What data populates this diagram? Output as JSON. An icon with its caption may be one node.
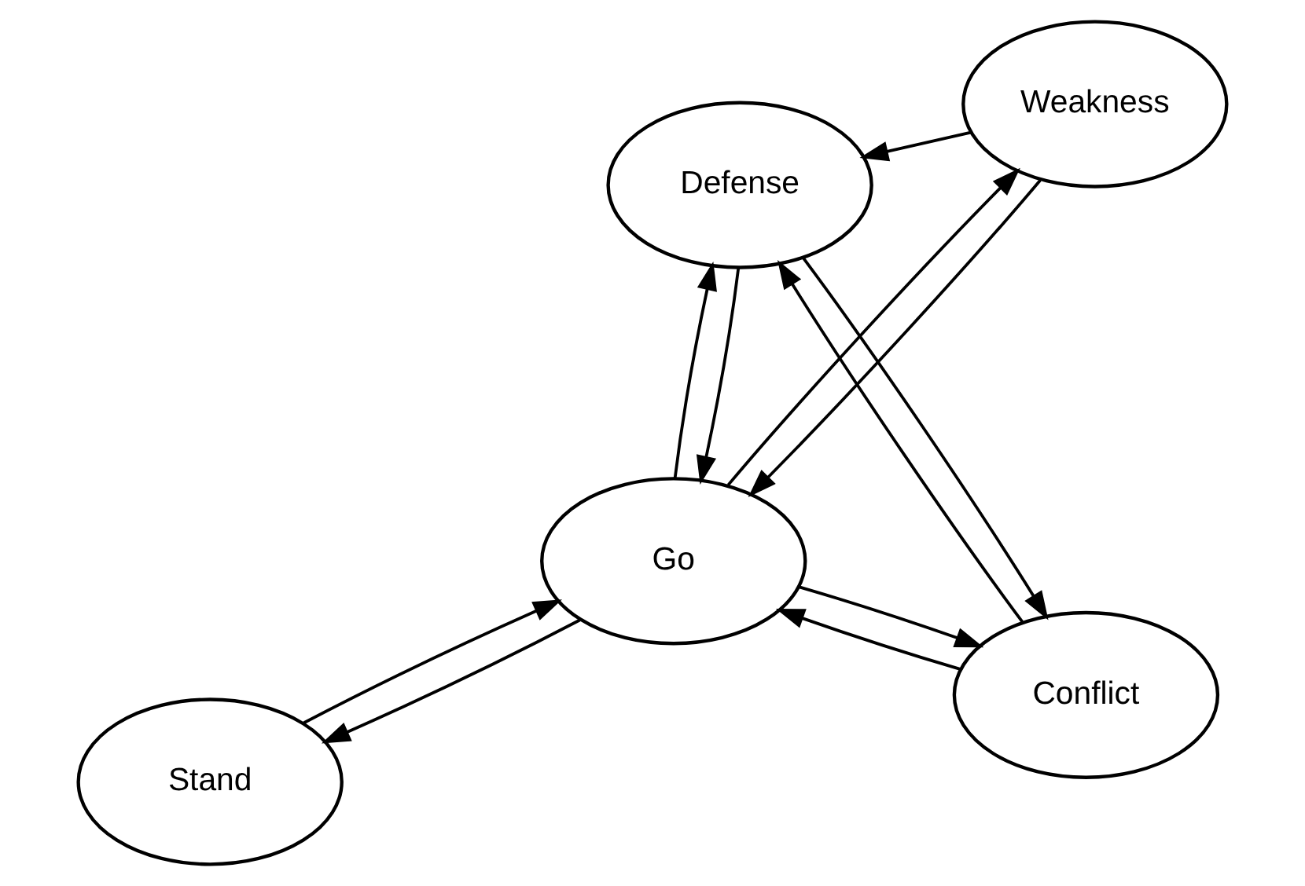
{
  "diagram": {
    "nodes": [
      {
        "text": [
          "Stand"
        ]
      },
      {
        "text": [
          "Conflict"
        ]
      },
      {
        "text": [
          "Go"
        ]
      },
      {
        "text": [
          "Defense"
        ]
      },
      {
        "text": [
          "Weakness"
        ]
      }
    ],
    "edges": [
      {
        "from": 0,
        "to": 2,
        "arrow": "to"
      },
      {
        "from": 2,
        "to": 0,
        "arrow": "to"
      },
      {
        "from": 1,
        "to": 2,
        "arrow": "to"
      },
      {
        "from": 2,
        "to": 1,
        "arrow": "to"
      },
      {
        "from": 1,
        "to": 3,
        "arrow": "to"
      },
      {
        "from": 3,
        "to": 1,
        "arrow": "to"
      },
      {
        "from": 3,
        "to": 2,
        "arrow": "to"
      },
      {
        "from": 2,
        "to": 3,
        "arrow": "to"
      },
      {
        "from": 2,
        "to": 4,
        "arrow": "to"
      },
      {
        "from": 4,
        "to": 2,
        "arrow": "to"
      },
      {
        "from": 4,
        "to": 3,
        "arrow": "to"
      }
    ]
  }
}
